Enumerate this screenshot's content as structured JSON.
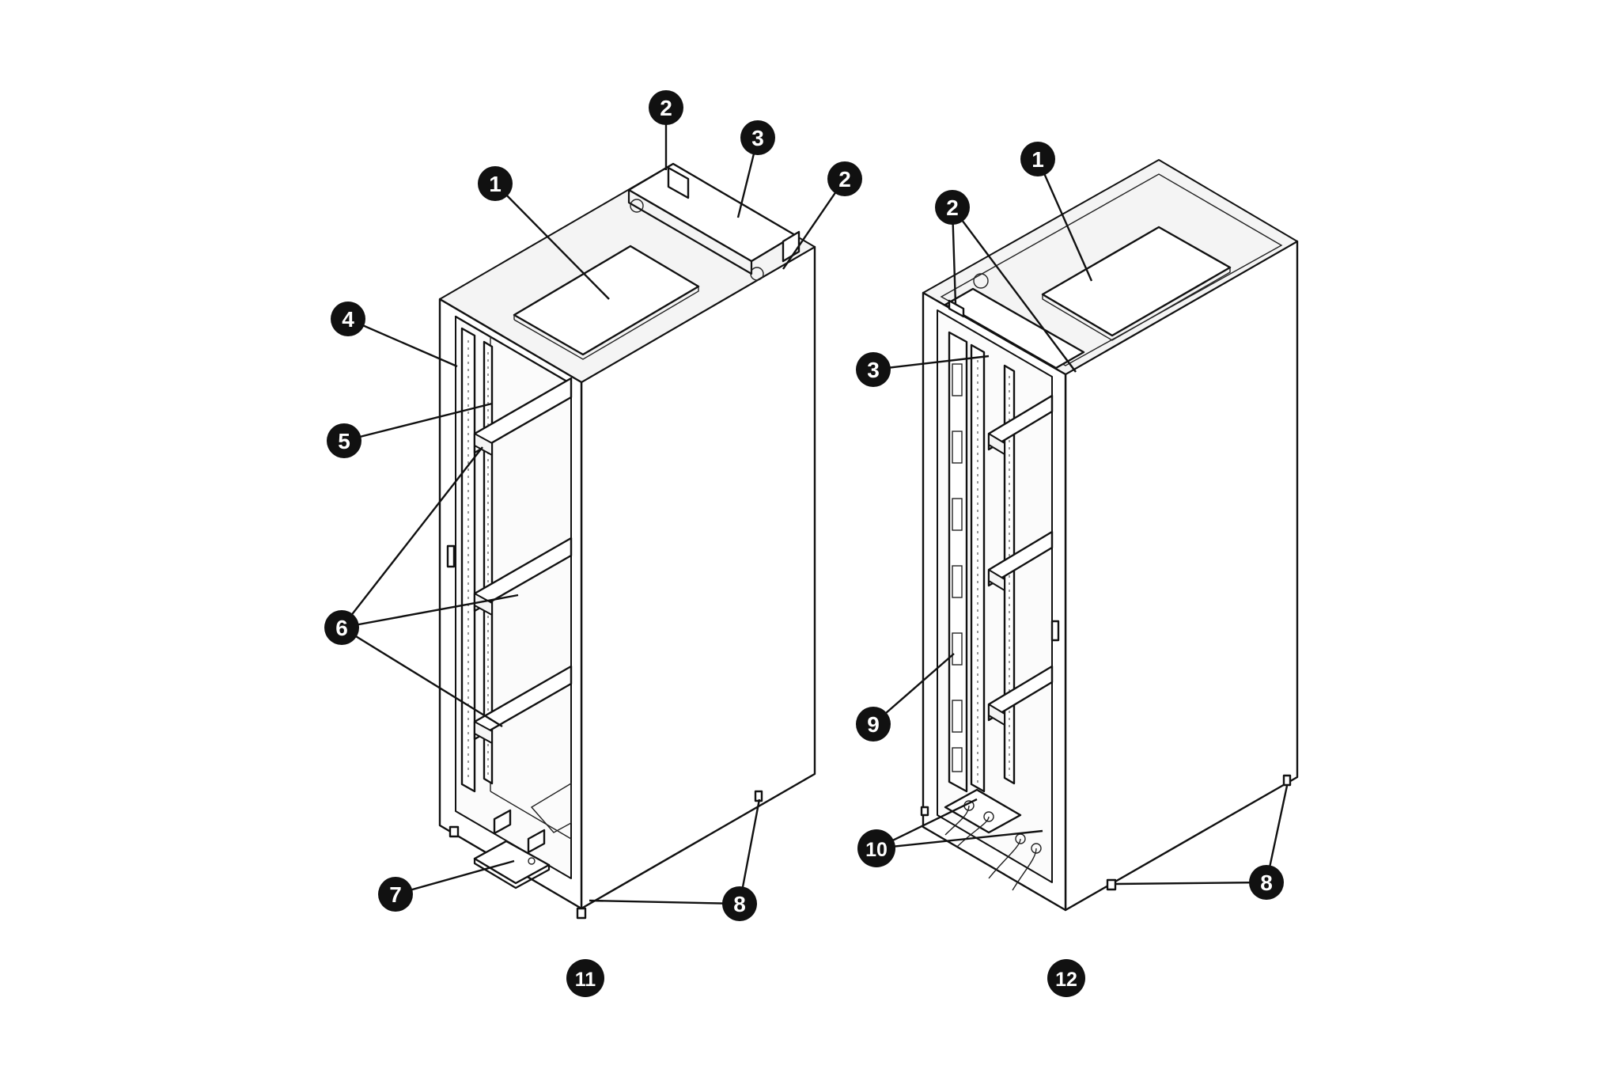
{
  "figure": {
    "left_cabinet_label": "11",
    "right_cabinet_label": "12"
  },
  "left_callouts": [
    "1",
    "2",
    "3",
    "2",
    "4",
    "5",
    "6",
    "7",
    "8"
  ],
  "right_callouts": [
    "1",
    "2",
    "3",
    "9",
    "10",
    "8"
  ],
  "colors": {
    "ink": "#111111",
    "paper": "#ffffff",
    "callout_fill": "#111111",
    "callout_text": "#ffffff"
  }
}
